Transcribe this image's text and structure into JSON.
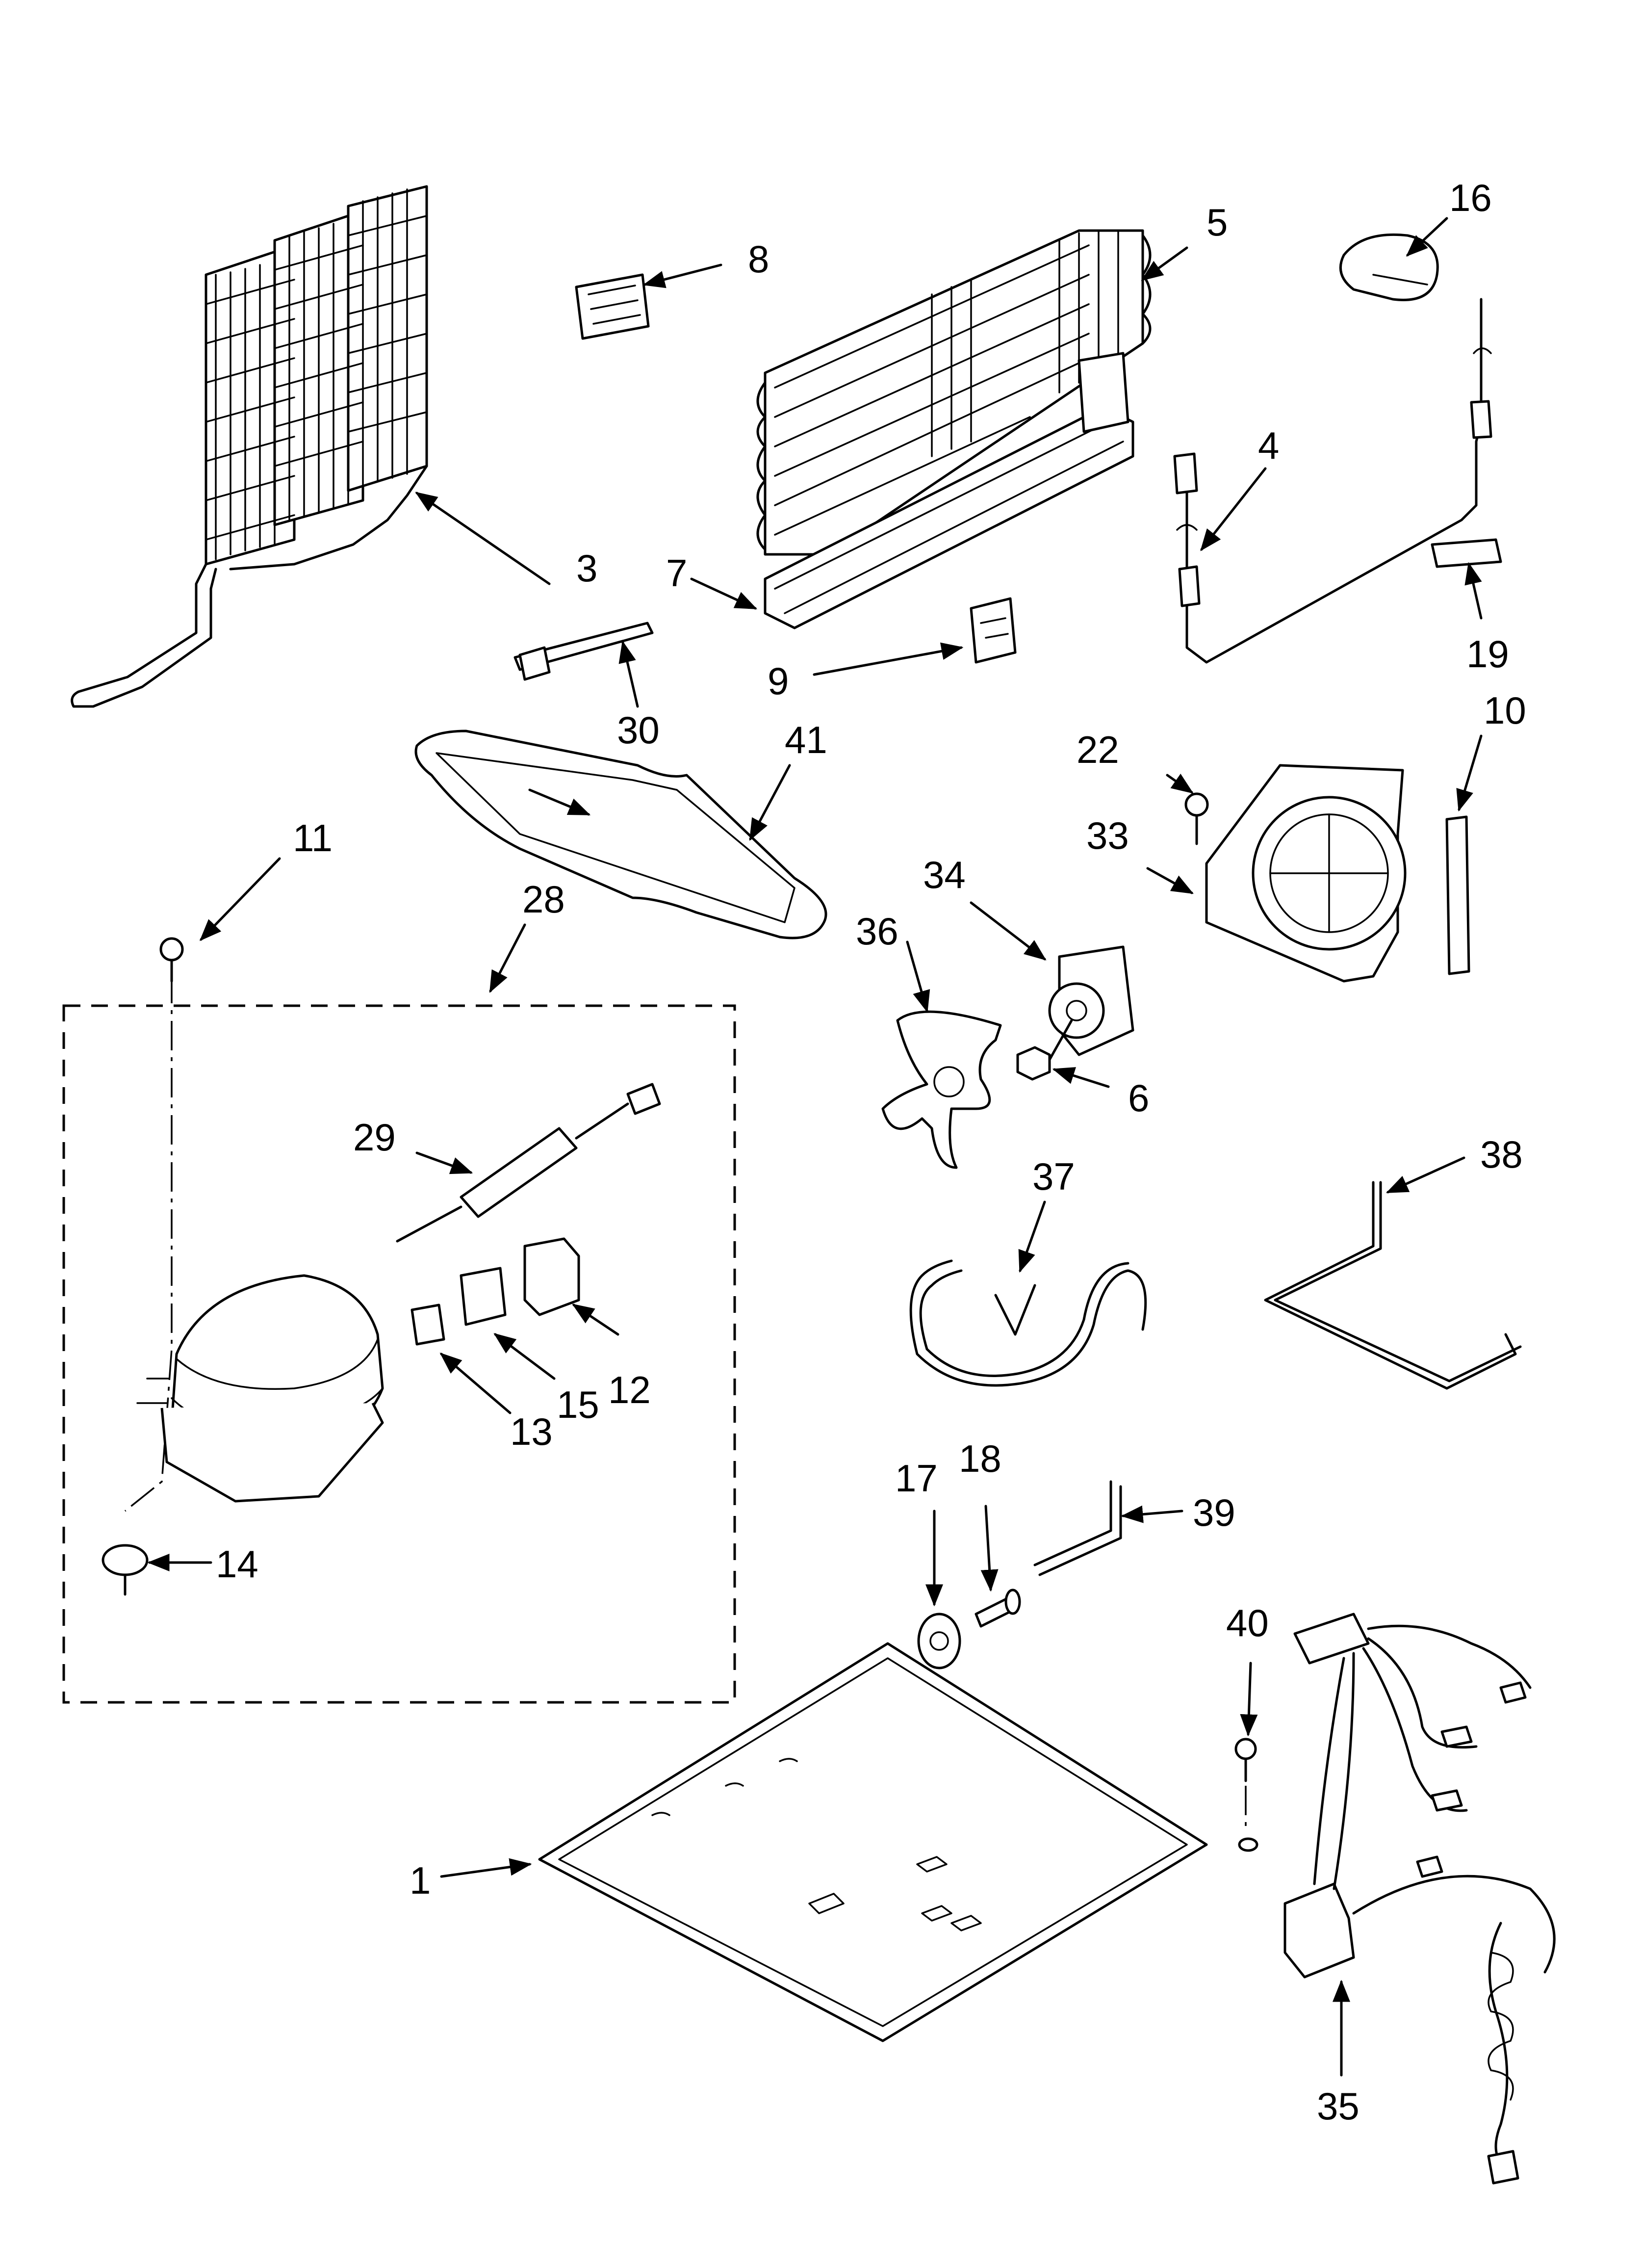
{
  "callouts": {
    "p1": "1",
    "p3": "3",
    "p4": "4",
    "p5": "5",
    "p6": "6",
    "p7": "7",
    "p8": "8",
    "p9": "9",
    "p10": "10",
    "p11": "11",
    "p12": "12",
    "p13": "13",
    "p14": "14",
    "p15": "15",
    "p16": "16",
    "p17": "17",
    "p18": "18",
    "p19": "19",
    "p22": "22",
    "p28": "28",
    "p29": "29",
    "p30": "30",
    "p33": "33",
    "p34": "34",
    "p35": "35",
    "p36": "36",
    "p37": "37",
    "p38": "38",
    "p39": "39",
    "p40": "40",
    "p41": "41"
  }
}
